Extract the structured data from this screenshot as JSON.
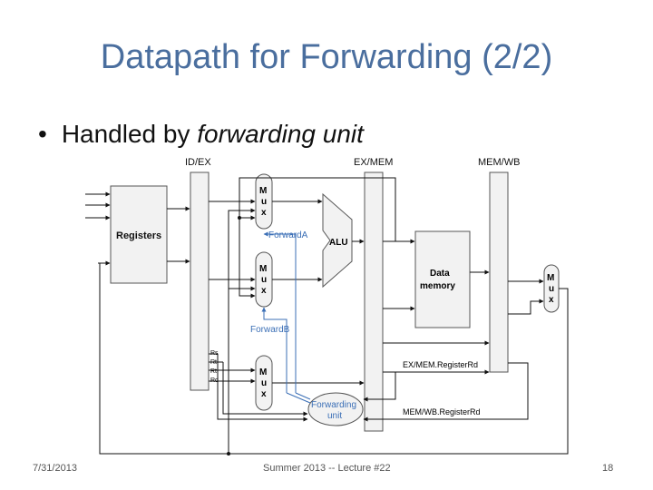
{
  "slide": {
    "title": "Datapath for Forwarding (2/2)",
    "bullet_prefix": "Handled by ",
    "bullet_emphasis": "forwarding unit"
  },
  "diagram": {
    "pipeline_registers": [
      "ID/EX",
      "EX/MEM",
      "MEM/WB"
    ],
    "registers_label": "Registers",
    "mux_letters": [
      "M",
      "u",
      "x"
    ],
    "alu_label": "ALU",
    "data_memory_label": [
      "Data",
      "memory"
    ],
    "forward_a_label": "ForwardA",
    "forward_b_label": "ForwardB",
    "forwarding_unit_label": [
      "Forwarding",
      "unit"
    ],
    "exmem_rd_label": "EX/MEM.RegisterRd",
    "memwb_rd_label": "MEM/WB.RegisterRd",
    "idex_fields": [
      "Rs",
      "Rt",
      "Rt",
      "Rd"
    ]
  },
  "footer": {
    "date": "7/31/2013",
    "course": "Summer 2013 -- Lecture #22",
    "page": "18"
  }
}
